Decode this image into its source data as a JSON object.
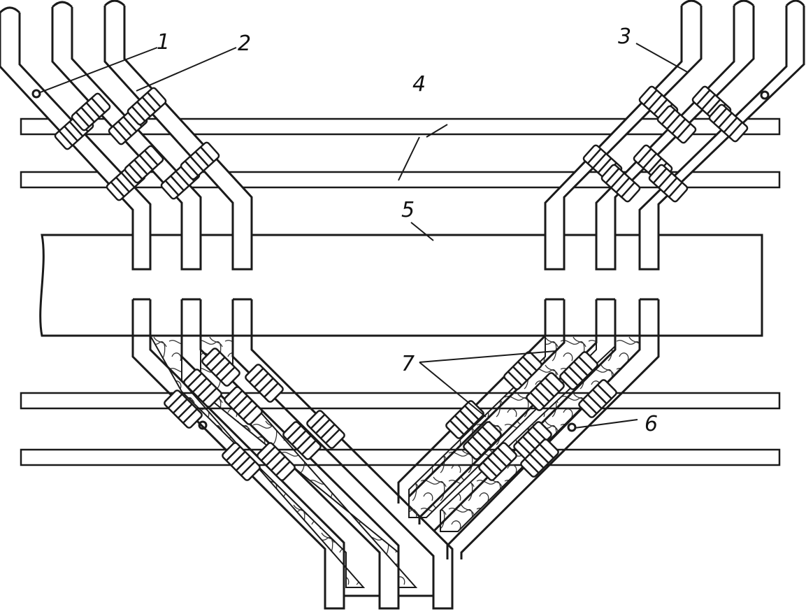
{
  "labels": {
    "l1": "1",
    "l2": "2",
    "l3": "3",
    "l4": "4",
    "l5": "5",
    "l6": "6",
    "l7": "7"
  },
  "colors": {
    "ink": "#1a1a1a",
    "paper": "#ffffff",
    "fill": "#ffffff"
  }
}
